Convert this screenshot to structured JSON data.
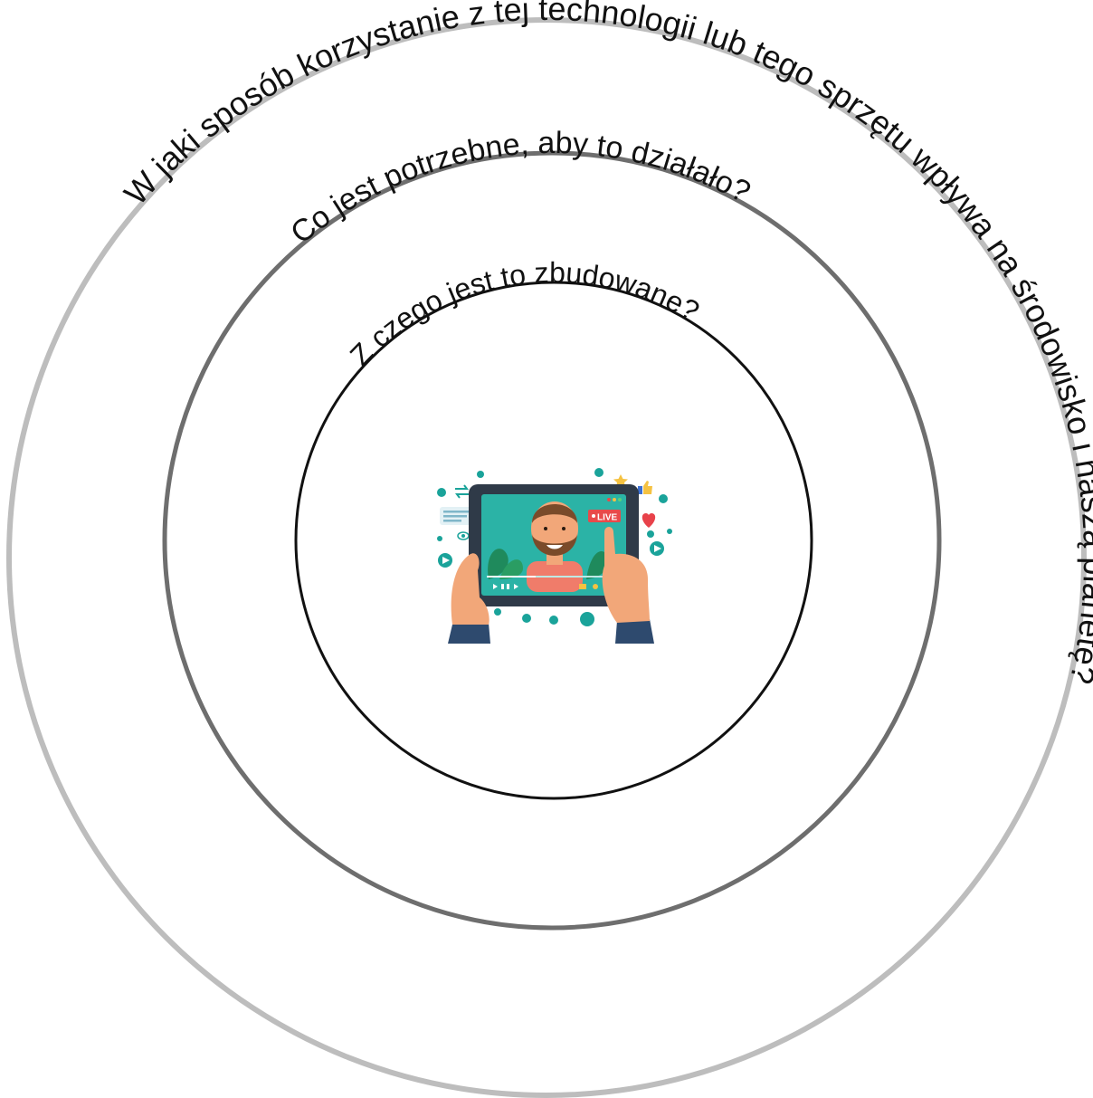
{
  "rings": [
    {
      "id": "outer",
      "text": "W jaki sposób korzystanie z tej technologii lub tego sprzętu wpływa na środowisko i naszą planetę?",
      "stroke": "#bdbdbd"
    },
    {
      "id": "middle",
      "text": "Co jest potrzebne, aby to działało?",
      "stroke": "#6e6e6e"
    },
    {
      "id": "inner",
      "text": "Z czego jest to zbudowane?",
      "stroke": "#111111"
    }
  ],
  "illustration": {
    "live_badge": "LIVE",
    "colors": {
      "teal": "#1aa39a",
      "screen_bg": "#2bb3a6",
      "tablet": "#2f3a48",
      "skin": "#f2a779",
      "beard": "#7a4b2a",
      "shirt": "#f07c6a",
      "sleeve": "#2e4a6e",
      "badge": "#e84a4a",
      "heart": "#e8424a",
      "star": "#f5c242"
    }
  }
}
